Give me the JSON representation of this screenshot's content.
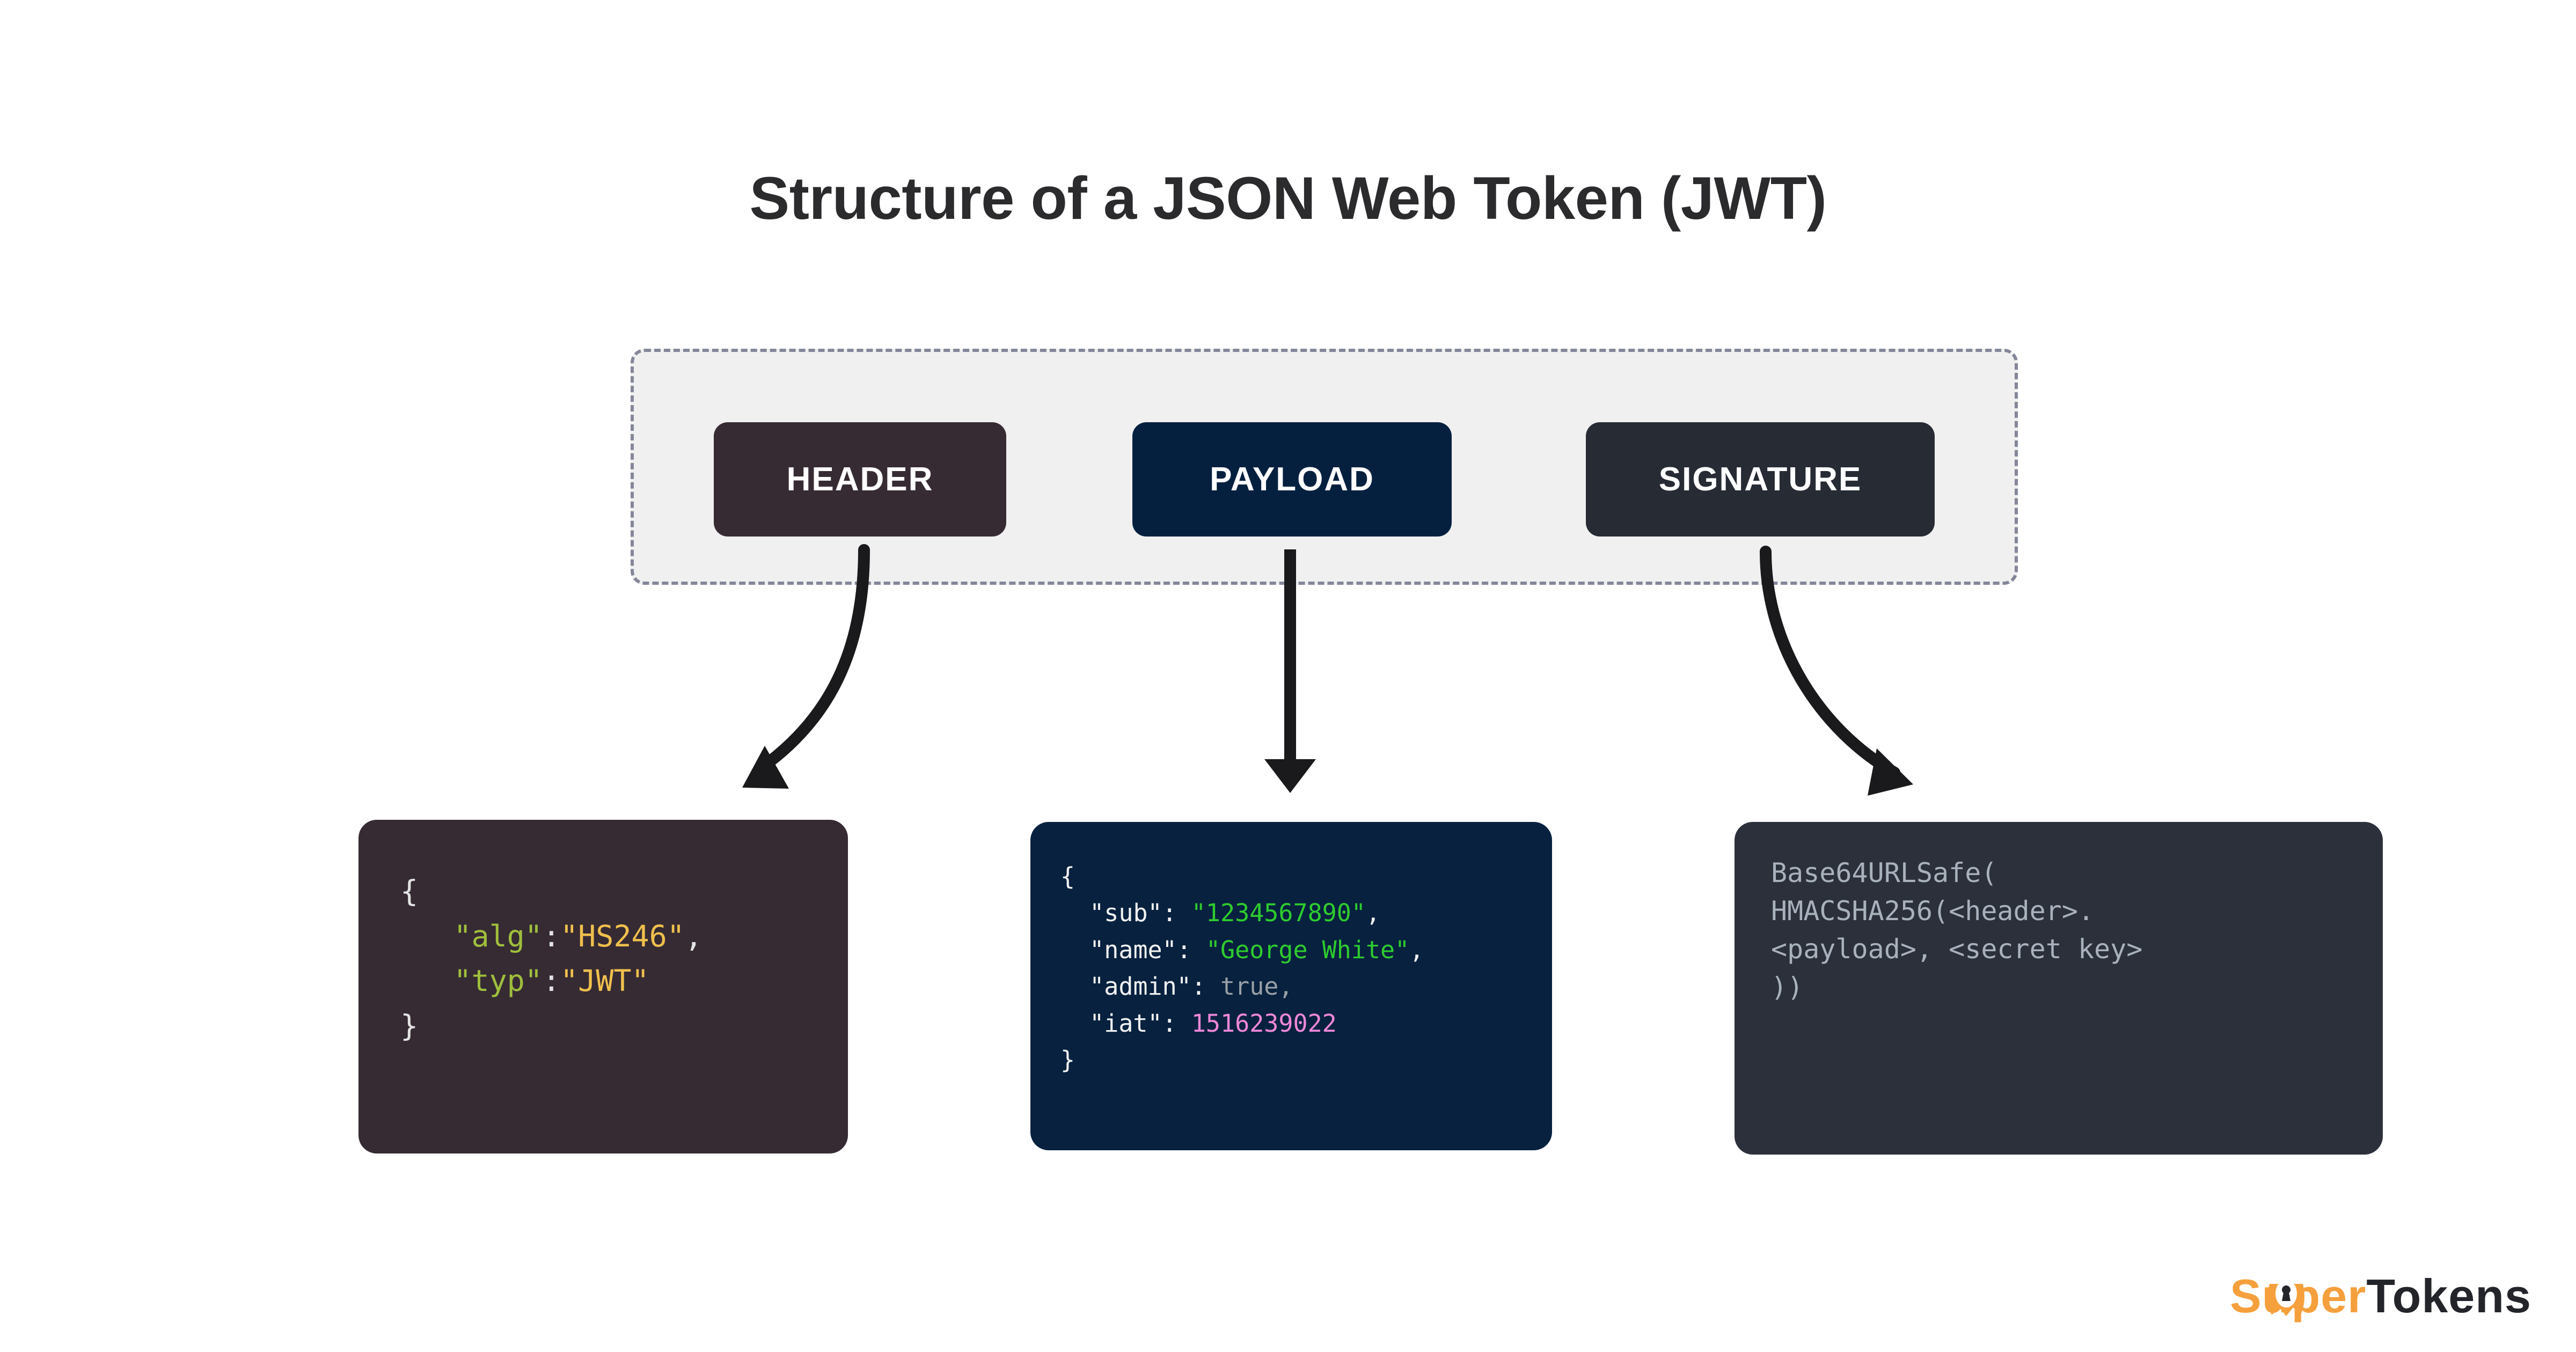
{
  "title": "Structure of a JSON Web Token (JWT)",
  "colors": {
    "header_accent": "#372b33",
    "payload_accent": "#05203f",
    "signature_accent": "#262b34",
    "frame_bg": "#f0f0f0",
    "frame_border": "#84879a",
    "arrow": "#1a1a1c",
    "brand_orange": "#f5a03c",
    "brand_dark": "#23252b",
    "key_green": "#9fbf3c",
    "value_yellow": "#f0c04d",
    "string_green": "#2ecc2e",
    "bool_gray": "#9aa0a6",
    "number_pink": "#ee88d8",
    "signature_text": "#a9b1bd"
  },
  "token_parts": [
    {
      "label": "HEADER"
    },
    {
      "label": "PAYLOAD"
    },
    {
      "label": "SIGNATURE"
    }
  ],
  "code_blocks": {
    "header": {
      "open_brace": "{",
      "lines": [
        {
          "key": "\"alg\"",
          "colon": ":",
          "value": "\"HS246\"",
          "comma": ","
        },
        {
          "key": "\"typ\"",
          "colon": ":",
          "value": "\"JWT\"",
          "comma": ""
        }
      ],
      "close_brace": "}"
    },
    "payload": {
      "open_brace": "{",
      "lines": [
        {
          "key": "\"sub\":",
          "value": "\"1234567890\"",
          "comma": ",",
          "type": "string"
        },
        {
          "key": "\"name\":",
          "value": "\"George White\"",
          "comma": ",",
          "type": "string"
        },
        {
          "key": "\"admin\":",
          "value": "true",
          "comma": ",",
          "type": "bool"
        },
        {
          "key": "\"iat\":",
          "value": "1516239022",
          "comma": "",
          "type": "number"
        }
      ],
      "close_brace": "}"
    },
    "signature": {
      "lines": [
        "Base64URLSafe(",
        "HMACSHA256(<header>.",
        "<payload>, <secret key>",
        "))"
      ]
    }
  },
  "logo": {
    "super": "Super",
    "tokens": "Tokens"
  }
}
